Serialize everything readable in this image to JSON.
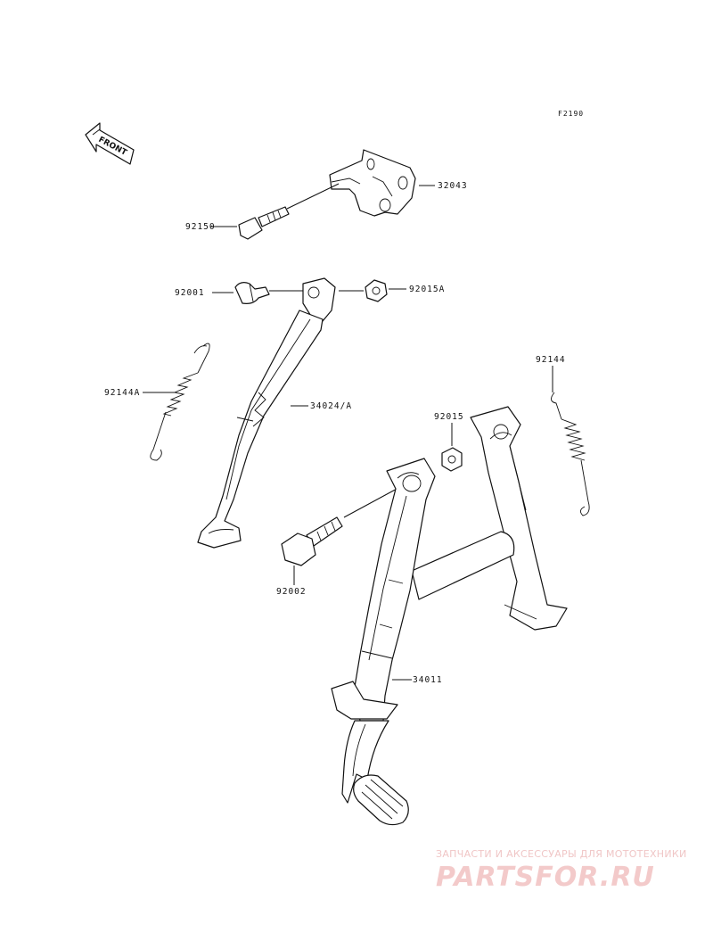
{
  "diagram": {
    "ref_code": "F2190",
    "front_label": "FRONT"
  },
  "parts": {
    "p32043": "32043",
    "p92150": "92150",
    "p92001": "92001",
    "p92015A": "92015A",
    "p92144A": "92144A",
    "p34024A": "34024/A",
    "p92144": "92144",
    "p92015": "92015",
    "p92002": "92002",
    "p34011": "34011"
  },
  "watermark": {
    "tagline": "ЗАПЧАСТИ И АКСЕССУАРЫ ДЛЯ МОТОТЕХНИКИ",
    "logo": "PARTSFOR.RU",
    "color": "#f2c4c4"
  }
}
